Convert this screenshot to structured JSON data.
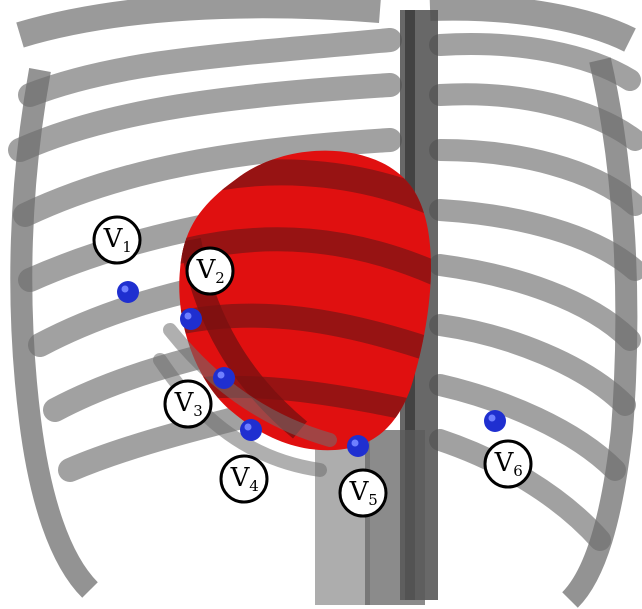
{
  "figure": {
    "colors": {
      "background": "#ffffff",
      "ribs": "#6f6f6f",
      "spine": "#555555",
      "heart": "#e01010",
      "heart_shade": "#9a1010",
      "electrode": "#1f2fd0",
      "label_fill": "#ffffff",
      "label_stroke": "#000000"
    },
    "leads": [
      {
        "letter": "V",
        "index": "1"
      },
      {
        "letter": "V",
        "index": "2"
      },
      {
        "letter": "V",
        "index": "3"
      },
      {
        "letter": "V",
        "index": "4"
      },
      {
        "letter": "V",
        "index": "5"
      },
      {
        "letter": "V",
        "index": "6"
      }
    ]
  }
}
